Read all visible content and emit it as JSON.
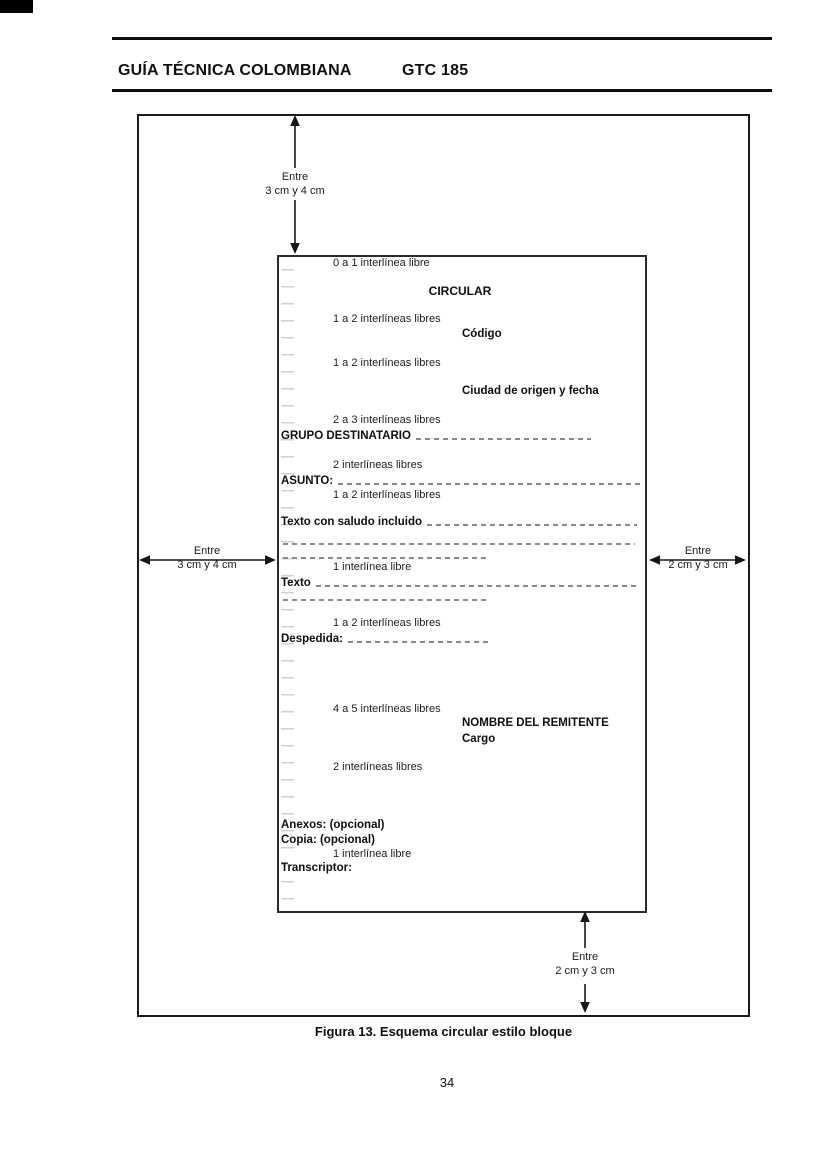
{
  "header": {
    "title": "GUÍA TÉCNICA COLOMBIANA",
    "code": "GTC 185"
  },
  "figure": {
    "caption": "Figura 13. Esquema circular estilo bloque",
    "page_number": "34"
  },
  "margins": {
    "top": {
      "line1": "Entre",
      "line2": "3 cm y 4 cm"
    },
    "left": {
      "line1": "Entre",
      "line2": "3 cm y 4 cm"
    },
    "right": {
      "line1": "Entre",
      "line2": "2 cm y 3 cm"
    },
    "bottom": {
      "line1": "Entre",
      "line2": "2 cm y 3 cm"
    }
  },
  "schema": {
    "note_top": "0 a 1 interlínea libre",
    "title": "CIRCULAR",
    "spacing1": "1 a 2 interlíneas libres",
    "codigo": "Código",
    "spacing2": "1 a 2 interlíneas libres",
    "ciudad": "Ciudad de origen y fecha",
    "spacing3": "2 a 3 interlíneas libres",
    "grupo": "GRUPO DESTINATARIO",
    "spacing4": "2 interlíneas libres",
    "asunto": "ASUNTO:",
    "spacing5": "1 a 2 interlíneas libres",
    "saludo": "Texto con saludo incluido",
    "spacing6": "1 interlínea libre",
    "texto": "Texto",
    "spacing7": "1 a 2 interlíneas libres",
    "despedida": "Despedida:",
    "spacing8": "4 a 5 interlíneas libres",
    "remitente": "NOMBRE DEL REMITENTE",
    "cargo": "Cargo",
    "spacing9": "2 interlíneas libres",
    "anexos": "Anexos: (opcional)",
    "copia": "Copia: (opcional)",
    "spacing10": "1 interlínea libre",
    "transcriptor": "Transcriptor:"
  }
}
